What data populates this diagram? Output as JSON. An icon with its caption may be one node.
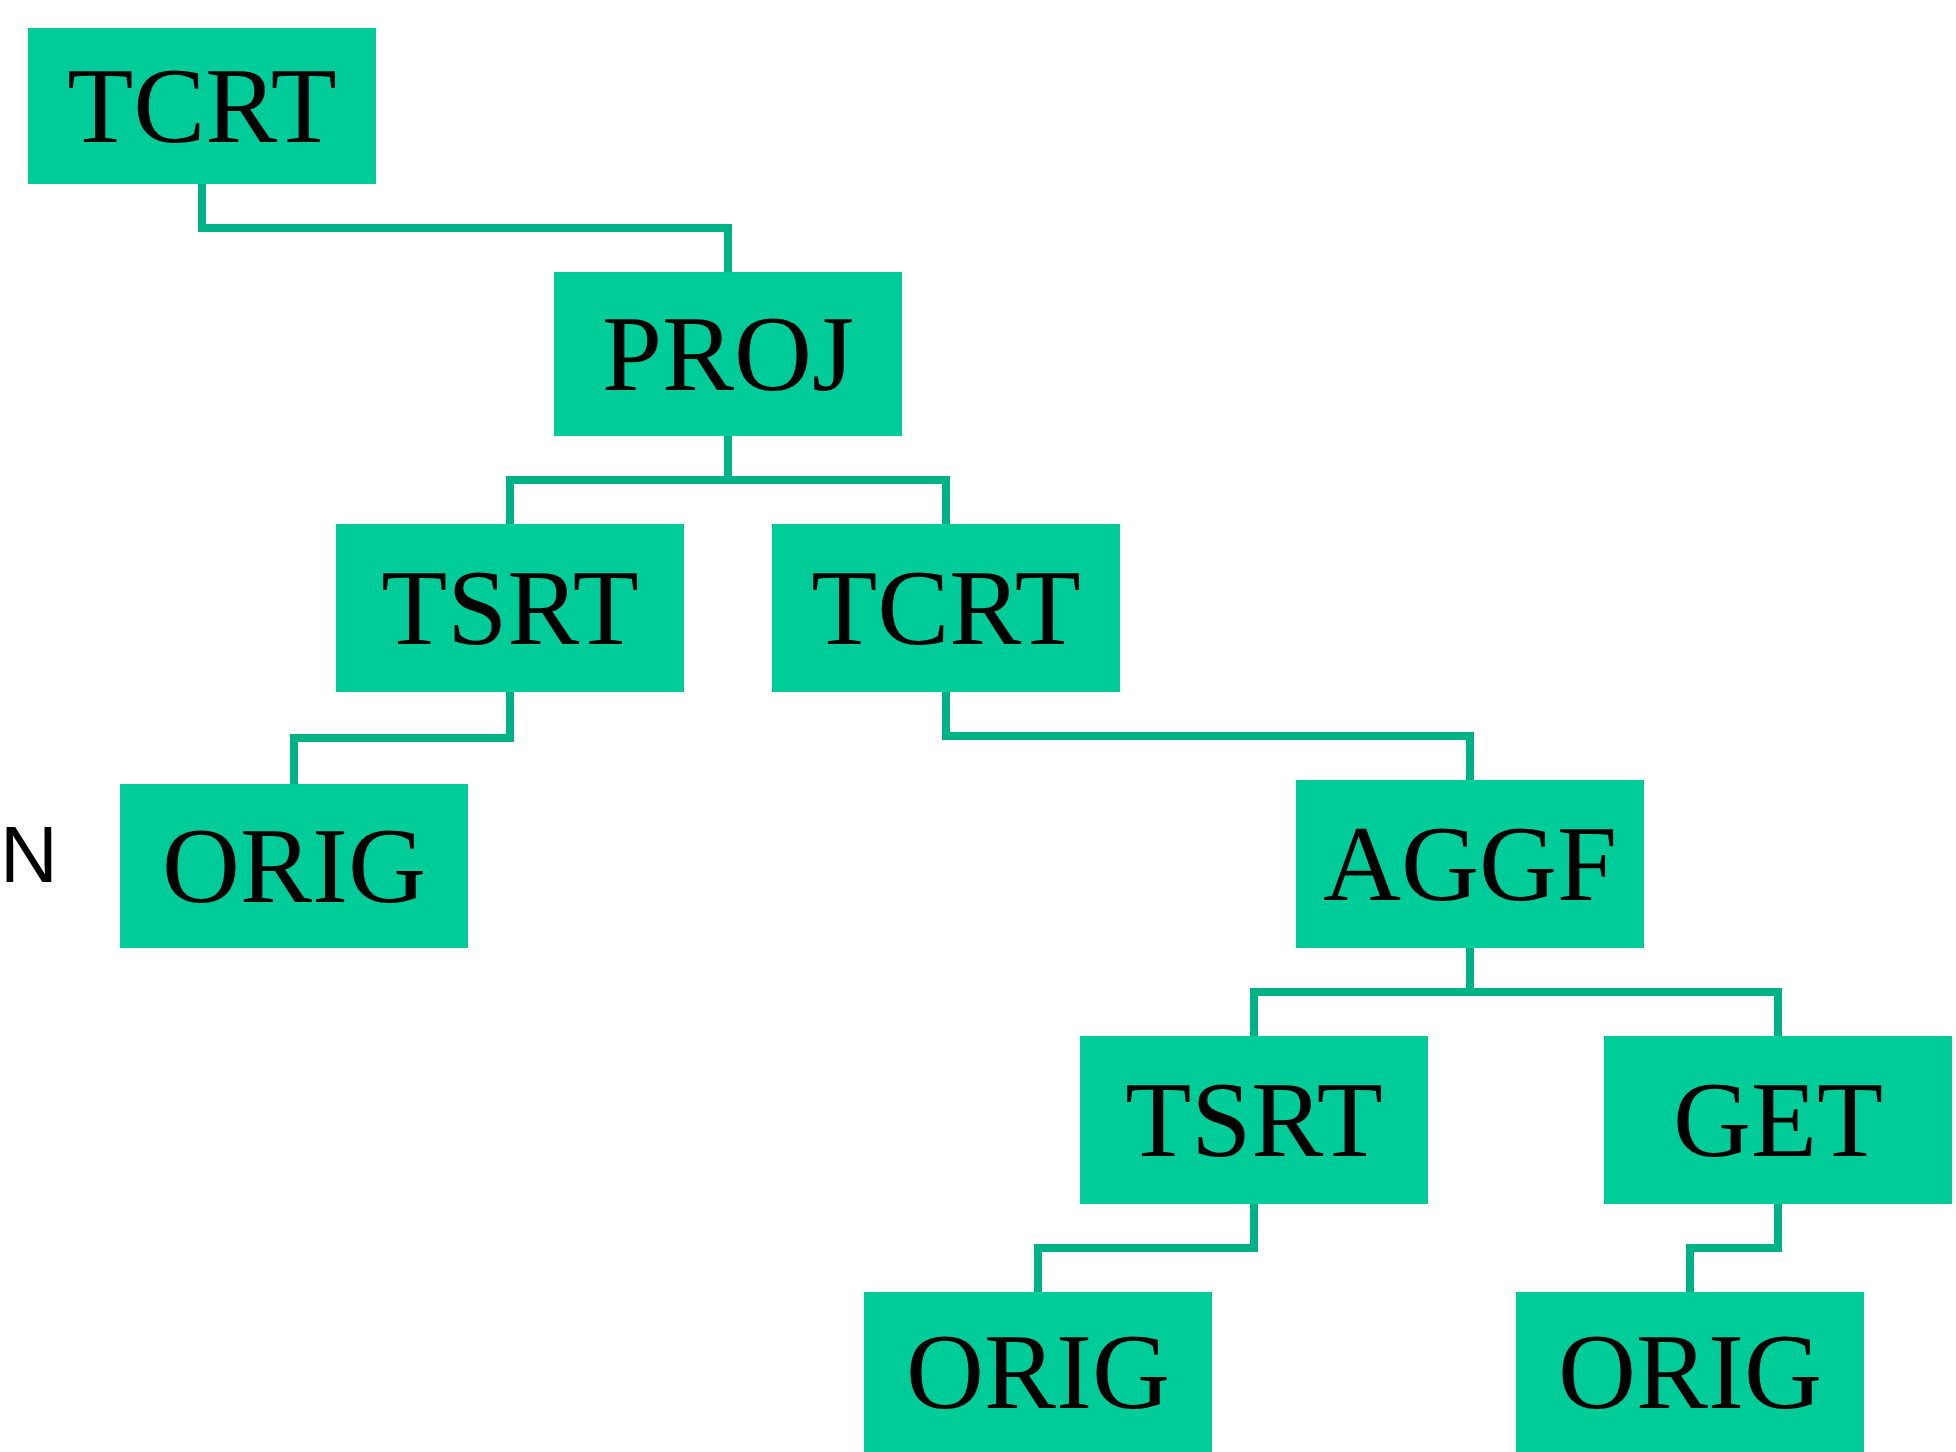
{
  "diagram": {
    "nodes": [
      {
        "text": [
          "TCRT"
        ]
      },
      {
        "text": [
          "PROJ"
        ]
      },
      {
        "text": [
          "TSRT"
        ]
      },
      {
        "text": [
          "TCRT"
        ]
      },
      {
        "text": [
          "ORIG"
        ]
      },
      {
        "text": [
          "AGGF"
        ]
      },
      {
        "text": [
          "TSRT"
        ]
      },
      {
        "text": [
          "GET"
        ]
      },
      {
        "text": [
          "ORIG"
        ]
      },
      {
        "text": [
          "ORIG"
        ]
      }
    ],
    "edges": [
      {
        "from": 0,
        "to": 1,
        "arrow": "none"
      },
      {
        "from": 1,
        "to": 2,
        "arrow": "none"
      },
      {
        "from": 1,
        "to": 3,
        "arrow": "none"
      },
      {
        "from": 2,
        "to": 4,
        "arrow": "none"
      },
      {
        "from": 3,
        "to": 5,
        "arrow": "none"
      },
      {
        "from": 5,
        "to": 6,
        "arrow": "none"
      },
      {
        "from": 5,
        "to": 7,
        "arrow": "none"
      },
      {
        "from": 6,
        "to": 8,
        "arrow": "none"
      },
      {
        "from": 7,
        "to": 9,
        "arrow": "none"
      }
    ],
    "labels": [
      "N"
    ]
  }
}
